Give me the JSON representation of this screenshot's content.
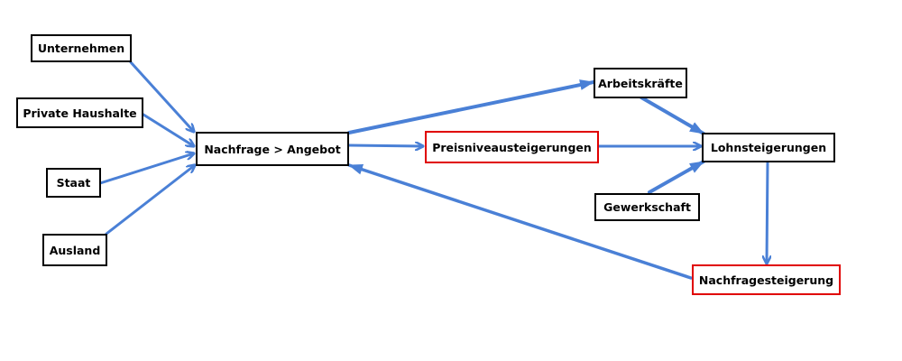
{
  "nodes": {
    "unternehmen": "Unternehmen",
    "private_haushalte": "Private Haushalte",
    "staat": "Staat",
    "ausland": "Ausland",
    "nachfrage_angebot": "Nachfrage > Angebot",
    "preisniveau": "Preisniveausteigerungen",
    "arbeitskraefte": "Arbeitskräfte",
    "lohnsteigerungen": "Lohnsteigerungen",
    "gewerkschaft": "Gewerkschaft",
    "nachfragesteigerung": "Nachfragesteigerung"
  },
  "colors": {
    "arrow": "#4a80d6",
    "highlight_border": "#e00000",
    "border": "#000000"
  }
}
